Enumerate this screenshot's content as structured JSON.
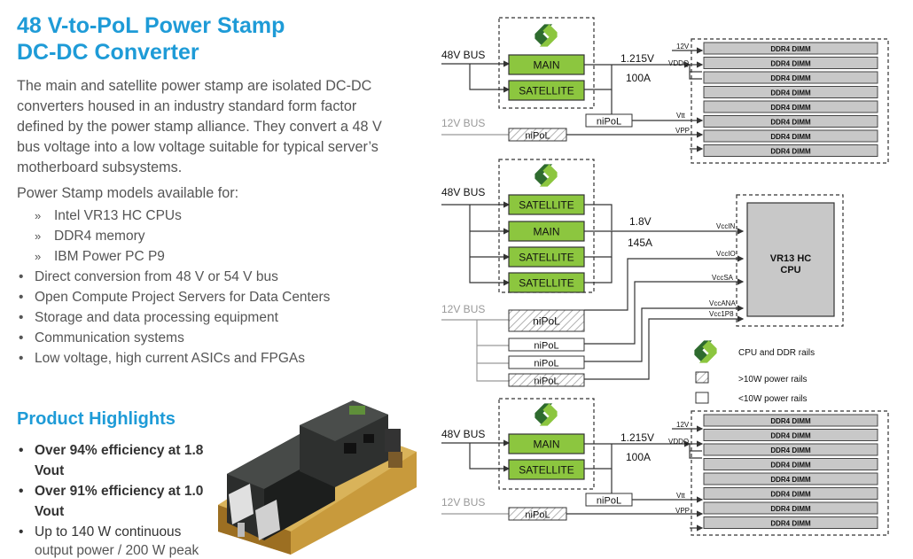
{
  "title": {
    "line1": "48 V-to-PoL Power Stamp",
    "line2": "DC-DC Converter"
  },
  "intro": "The main and satellite power stamp are isolated DC-DC converters housed in an industry standard form factor defined by the power stamp alliance. They convert a 48 V bus voltage into a low voltage suitable for typical server’s motherboard subsystems.",
  "models_heading": "Power Stamp models available for:",
  "models": [
    {
      "marker": "»",
      "text": "Intel VR13 HC CPUs"
    },
    {
      "marker": "»",
      "text": "DDR4 memory"
    },
    {
      "marker": "»",
      "text": "IBM Power PC P9"
    }
  ],
  "bullets": [
    "Direct conversion from 48 V or 54 V bus",
    "Open Compute Project Servers for Data Centers",
    "Storage and data processing equipment",
    "Communication systems",
    "Low voltage, high current ASICs and FPGAs"
  ],
  "highlights_heading": "Product Highlights",
  "highlights": [
    {
      "text": "Over 94% efficiency at 1.8 Vout",
      "bold": true
    },
    {
      "text": "Over 91% efficiency at 1.0 Vout",
      "bold": true
    },
    {
      "text": "Up to 140 W continuous",
      "bold": false
    }
  ],
  "highlights_clipped": "output power / 200 W peak",
  "bullet_marker": "•",
  "colors": {
    "title_blue": "#1E9BD7",
    "module_green": "#8CC63F",
    "logo_dark": "#2E6B2E",
    "dimm_gray": "#C8C8C8"
  },
  "diagram": {
    "labels": {
      "bus48": "48V BUS",
      "bus12": "12V BUS",
      "main": "MAIN",
      "satellite": "SATELLITE",
      "nipol": "niPoL",
      "dimm": "DDR4 DIMM",
      "v1215": "1.215V",
      "a100": "100A",
      "v18": "1.8V",
      "a145": "145A",
      "cpu_line1": "VR13 HC",
      "cpu_line2": "CPU",
      "r12v": "12V",
      "vddq": "VDDQ",
      "vtt": "Vtt",
      "vpp": "VPP",
      "vccin": "VccIN",
      "vccio": "VccIO",
      "vccsa": "VccSA",
      "vccana": "VccANA",
      "vcc1p8": "Vcc1P8",
      "legend_logo": "CPU and DDR rails",
      "legend_hatch": ">10W power rails",
      "legend_plain": "<10W power rails"
    }
  }
}
